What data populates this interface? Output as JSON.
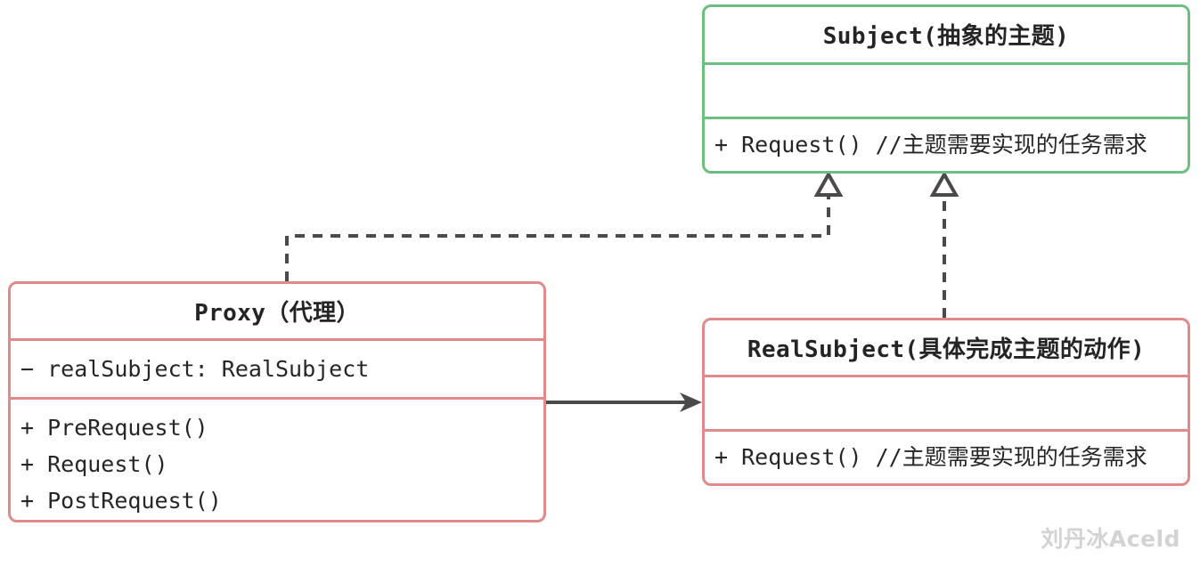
{
  "diagram": {
    "type": "uml-class-diagram",
    "pattern": "Proxy Pattern",
    "background": "#ffffff",
    "colors": {
      "interface_border": "#6abf81",
      "class_border": "#e08a8c",
      "connector": "#4a4a4a",
      "text": "#242424",
      "watermark": "#d3d3d3"
    }
  },
  "classes": {
    "subject": {
      "title": "Subject(抽象的主题)",
      "stereotype": "interface",
      "border_color": "#6abf81",
      "attributes": [],
      "methods": [
        "+ Request() //主题需要实现的任务需求"
      ]
    },
    "proxy": {
      "title": "Proxy（代理）",
      "border_color": "#e08a8c",
      "attributes": [
        "− realSubject: RealSubject"
      ],
      "methods": [
        "+ PreRequest()",
        "+ Request()",
        "+ PostRequest()"
      ]
    },
    "realsubject": {
      "title": "RealSubject(具体完成主题的动作)",
      "border_color": "#e08a8c",
      "attributes": [],
      "methods": [
        "+ Request() //主题需要实现的任务需求"
      ]
    }
  },
  "relations": [
    {
      "name": "proxy-realizes-subject",
      "from": "proxy",
      "to": "subject",
      "kind": "realization",
      "line": "dashed",
      "arrowhead": "hollow-triangle"
    },
    {
      "name": "realsubject-realizes-subject",
      "from": "realsubject",
      "to": "subject",
      "kind": "realization",
      "line": "dashed",
      "arrowhead": "hollow-triangle"
    },
    {
      "name": "proxy-associates-realsubject",
      "from": "proxy",
      "to": "realsubject",
      "kind": "association",
      "line": "solid",
      "arrowhead": "open-filled"
    }
  ],
  "watermark": {
    "text": "刘丹冰Aceld"
  }
}
